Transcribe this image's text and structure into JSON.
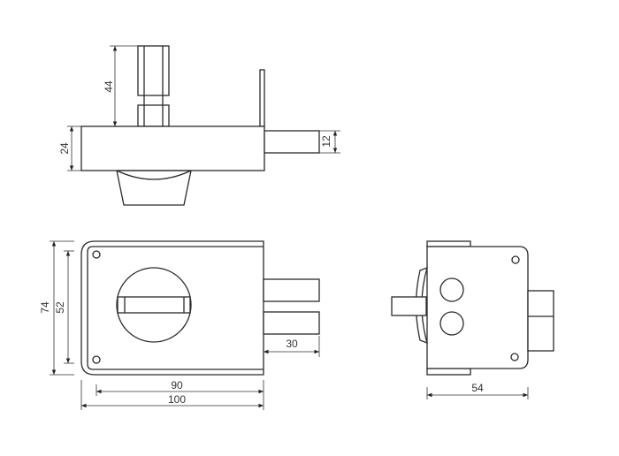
{
  "drawing": {
    "top_view": {
      "dim_cylinder_length": "44",
      "dim_body_depth": "24",
      "dim_bolt_thickness": "12"
    },
    "front_view": {
      "dim_height_outer": "74",
      "dim_height_inner": "52",
      "dim_bolt_throw": "30",
      "dim_width_inner": "90",
      "dim_width_outer": "100"
    },
    "side_view": {
      "dim_width": "54"
    }
  }
}
